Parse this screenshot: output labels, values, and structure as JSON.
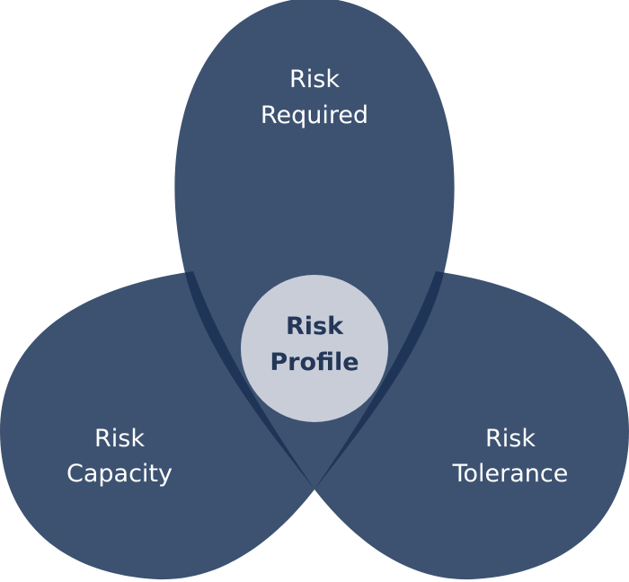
{
  "diagram": {
    "top_petal": {
      "line1": "Risk",
      "line2": "Required"
    },
    "left_petal": {
      "line1": "Risk",
      "line2": "Capacity"
    },
    "right_petal": {
      "line1": "Risk",
      "line2": "Tolerance"
    },
    "center": {
      "line1": "Risk",
      "line2": "Profile"
    }
  },
  "colors": {
    "petal": "#3d5271",
    "overlap": "#1f3558",
    "center_fill": "#c8cdd8",
    "center_text": "#243759",
    "label_text": "#ffffff"
  }
}
